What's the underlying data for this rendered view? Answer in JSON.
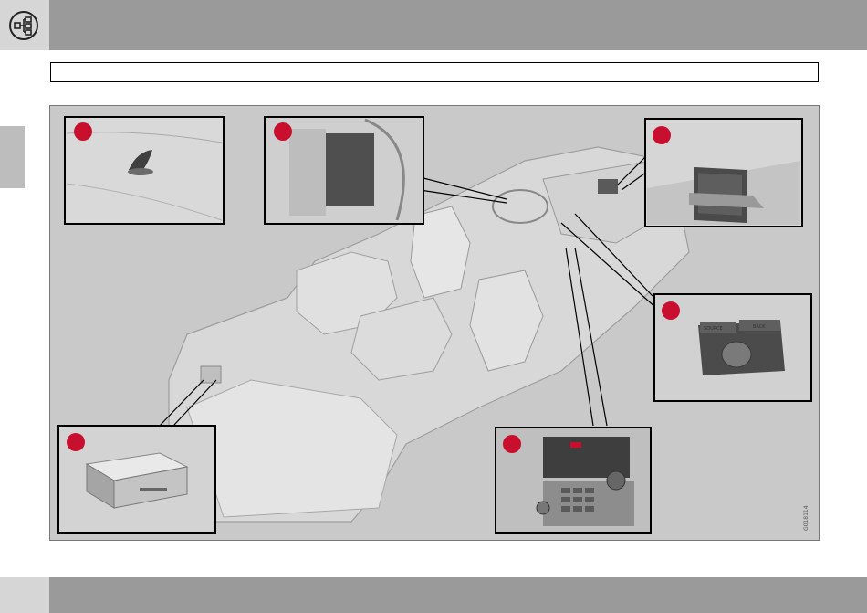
{
  "header": {
    "icon": "component-tree-icon"
  },
  "section_heading": {
    "text": ""
  },
  "figure": {
    "reference_code": "G018114",
    "callout_marker_color": "#c8102e",
    "insets": [
      {
        "id": "roof-antenna"
      },
      {
        "id": "steering-wheel-keypad"
      },
      {
        "id": "dash-display-screen"
      },
      {
        "id": "rear-seat-controller"
      },
      {
        "id": "audio-control-panel"
      },
      {
        "id": "trunk-media-unit"
      }
    ],
    "controller_labels": {
      "left": "SOURCE",
      "right": "BACK"
    }
  },
  "colors": {
    "header": "#9a9a9a",
    "tile": "#d6d6d6",
    "figure_bg": "#c9c9c9"
  }
}
